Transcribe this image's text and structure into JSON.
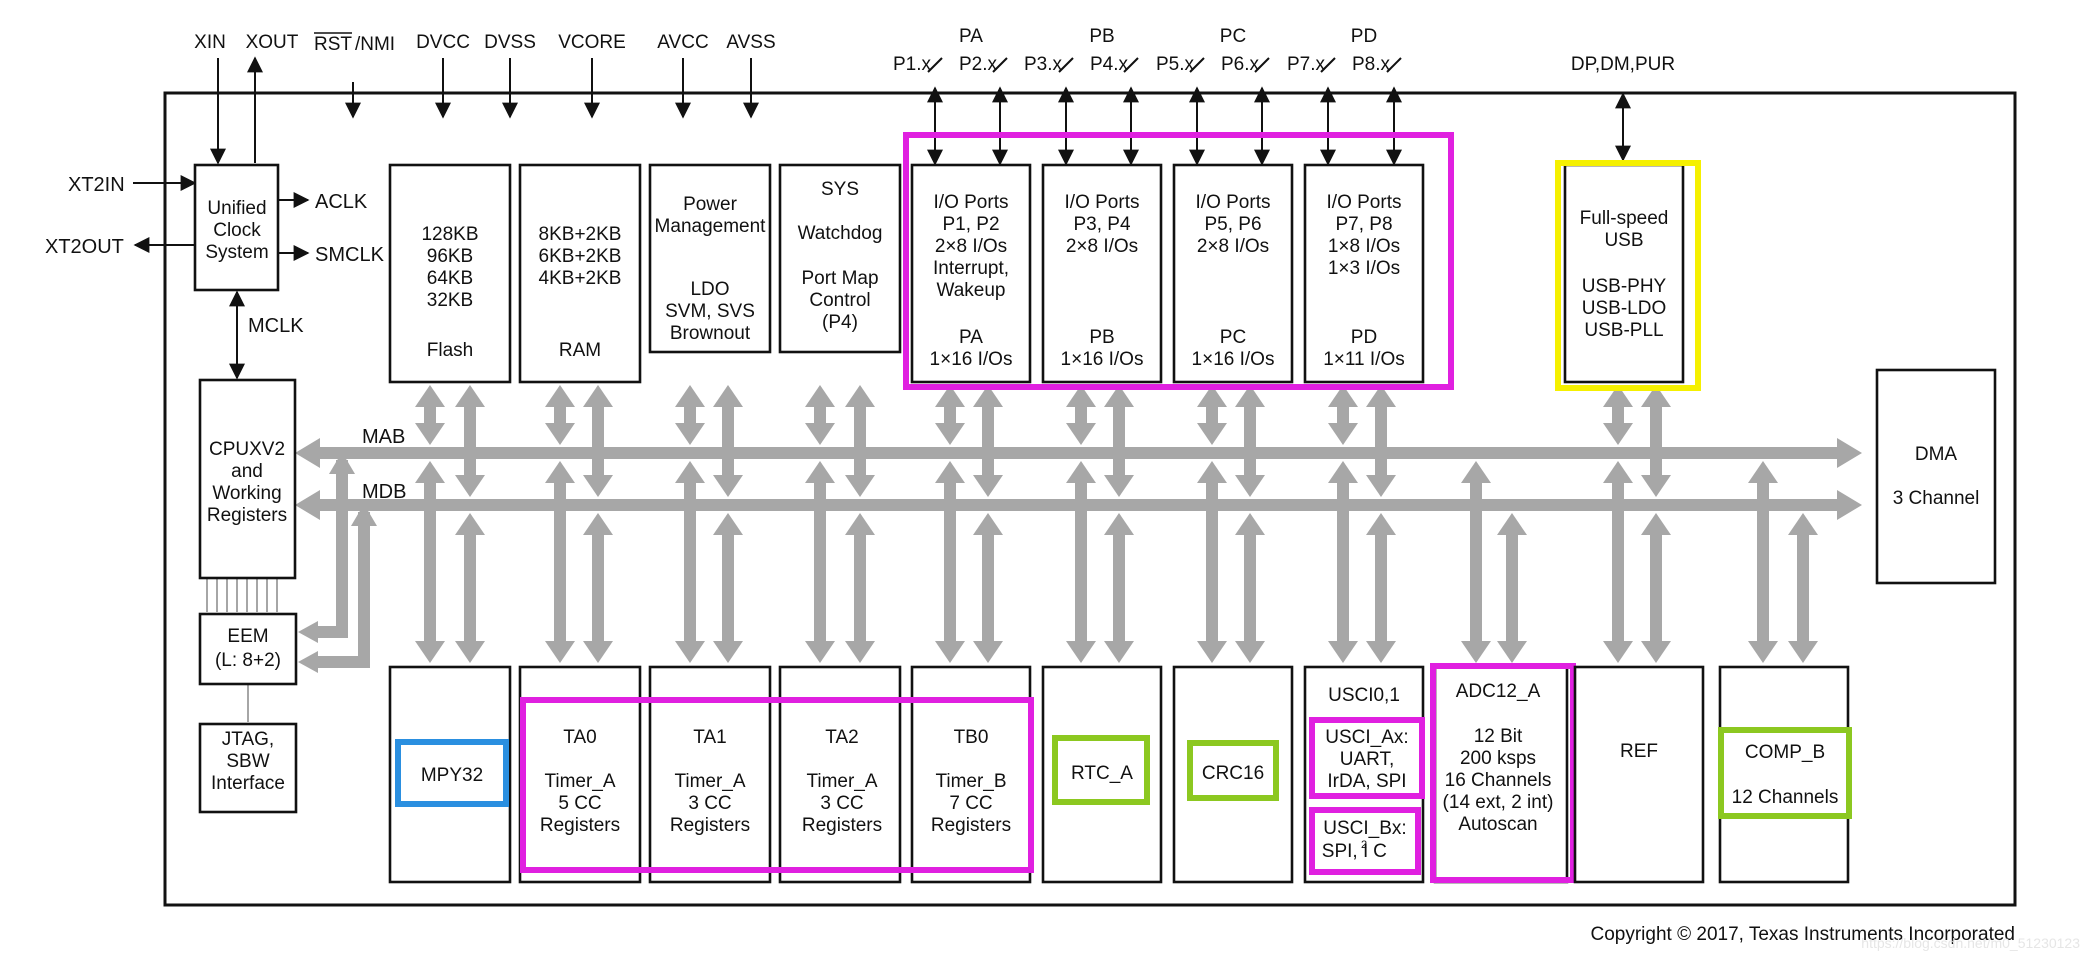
{
  "colors": {
    "magenta": "#e020e0",
    "yellow": "#f5f000",
    "green": "#8cc820",
    "blue": "#2a8fe0",
    "bus": "#a7a7a7"
  },
  "top_pins": {
    "xin": "XIN",
    "xout": "XOUT",
    "rst": "RST",
    "nmi": "/NMI",
    "dvcc": "DVCC",
    "dvss": "DVSS",
    "vcore": "VCORE",
    "avcc": "AVCC",
    "avss": "AVSS",
    "pa": "PA",
    "pb": "PB",
    "pc": "PC",
    "pd": "PD",
    "p1": "P1.x",
    "p2": "P2.x",
    "p3": "P3.x",
    "p4": "P4.x",
    "p5": "P5.x",
    "p6": "P6.x",
    "p7": "P7.x",
    "p8": "P8.x",
    "usb": "DP,DM,PUR"
  },
  "side_signals": {
    "xt2in": "XT2IN",
    "xt2out": "XT2OUT",
    "aclk": "ACLK",
    "smclk": "SMCLK",
    "mclk": "MCLK",
    "mab": "MAB",
    "mdb": "MDB"
  },
  "ucs": [
    "Unified",
    "Clock",
    "System"
  ],
  "cpu": [
    "CPUXV2",
    "and",
    "Working",
    "Registers"
  ],
  "eem": [
    "EEM",
    "(L: 8+2)"
  ],
  "jtag": [
    "JTAG,",
    "SBW",
    "Interface"
  ],
  "flash": {
    "sizes": [
      "128KB",
      "96KB",
      "64KB",
      "32KB"
    ],
    "label": "Flash"
  },
  "ram": {
    "sizes": [
      "8KB+2KB",
      "6KB+2KB",
      "4KB+2KB"
    ],
    "label": "RAM"
  },
  "pmm": {
    "line1": "Power",
    "line2": "Management",
    "line3": "LDO",
    "line4": "SVM, SVS",
    "line5": "Brownout"
  },
  "sys": {
    "line1": "SYS",
    "line2": "Watchdog",
    "line3": "Port Map",
    "line4": "Control",
    "line5": "(P4)"
  },
  "io_pa": {
    "l1": "I/O Ports",
    "l2": "P1, P2",
    "l3": "2×8 I/Os",
    "l4": "Interrupt,",
    "l5": "Wakeup",
    "l6": "PA",
    "l7": "1×16 I/Os"
  },
  "io_pb": {
    "l1": "I/O Ports",
    "l2": "P3, P4",
    "l3": "2×8 I/Os",
    "l6": "PB",
    "l7": "1×16 I/Os"
  },
  "io_pc": {
    "l1": "I/O Ports",
    "l2": "P5, P6",
    "l3": "2×8 I/Os",
    "l6": "PC",
    "l7": "1×16 I/Os"
  },
  "io_pd": {
    "l1": "I/O Ports",
    "l2": "P7, P8",
    "l3": "1×8 I/Os",
    "l4": "1×3 I/Os",
    "l6": "PD",
    "l7": "1×11 I/Os"
  },
  "usbblk": {
    "l1": "Full-speed",
    "l2": "USB",
    "l3": "USB-PHY",
    "l4": "USB-LDO",
    "l5": "USB-PLL"
  },
  "dma": {
    "l1": "DMA",
    "l2": "3 Channel"
  },
  "mpy": "MPY32",
  "ta0": {
    "name": "TA0",
    "type": "Timer_A",
    "cc": "5 CC",
    "reg": "Registers"
  },
  "ta1": {
    "name": "TA1",
    "type": "Timer_A",
    "cc": "3 CC",
    "reg": "Registers"
  },
  "ta2": {
    "name": "TA2",
    "type": "Timer_A",
    "cc": "3 CC",
    "reg": "Registers"
  },
  "tb0": {
    "name": "TB0",
    "type": "Timer_B",
    "cc": "7 CC",
    "reg": "Registers"
  },
  "rtc": "RTC_A",
  "crc": "CRC16",
  "usci": {
    "title": "USCI0,1",
    "ax1": "USCI_Ax:",
    "ax2": "UART,",
    "ax3": "IrDA, SPI",
    "bx1": "USCI_Bx:",
    "bx2": "SPI, I",
    "bx3": "C"
  },
  "adc": {
    "l1": "ADC12_A",
    "l2": "12 Bit",
    "l3": "200 ksps",
    "l4": "16 Channels",
    "l5": "(14 ext, 2 int)",
    "l6": "Autoscan"
  },
  "ref": "REF",
  "comp": {
    "l1": "COMP_B",
    "l2": "12 Channels"
  },
  "copyright": "Copyright © 2017, Texas Instruments Incorporated",
  "watermark": "https://blog.csdn.net/m0_51230123"
}
